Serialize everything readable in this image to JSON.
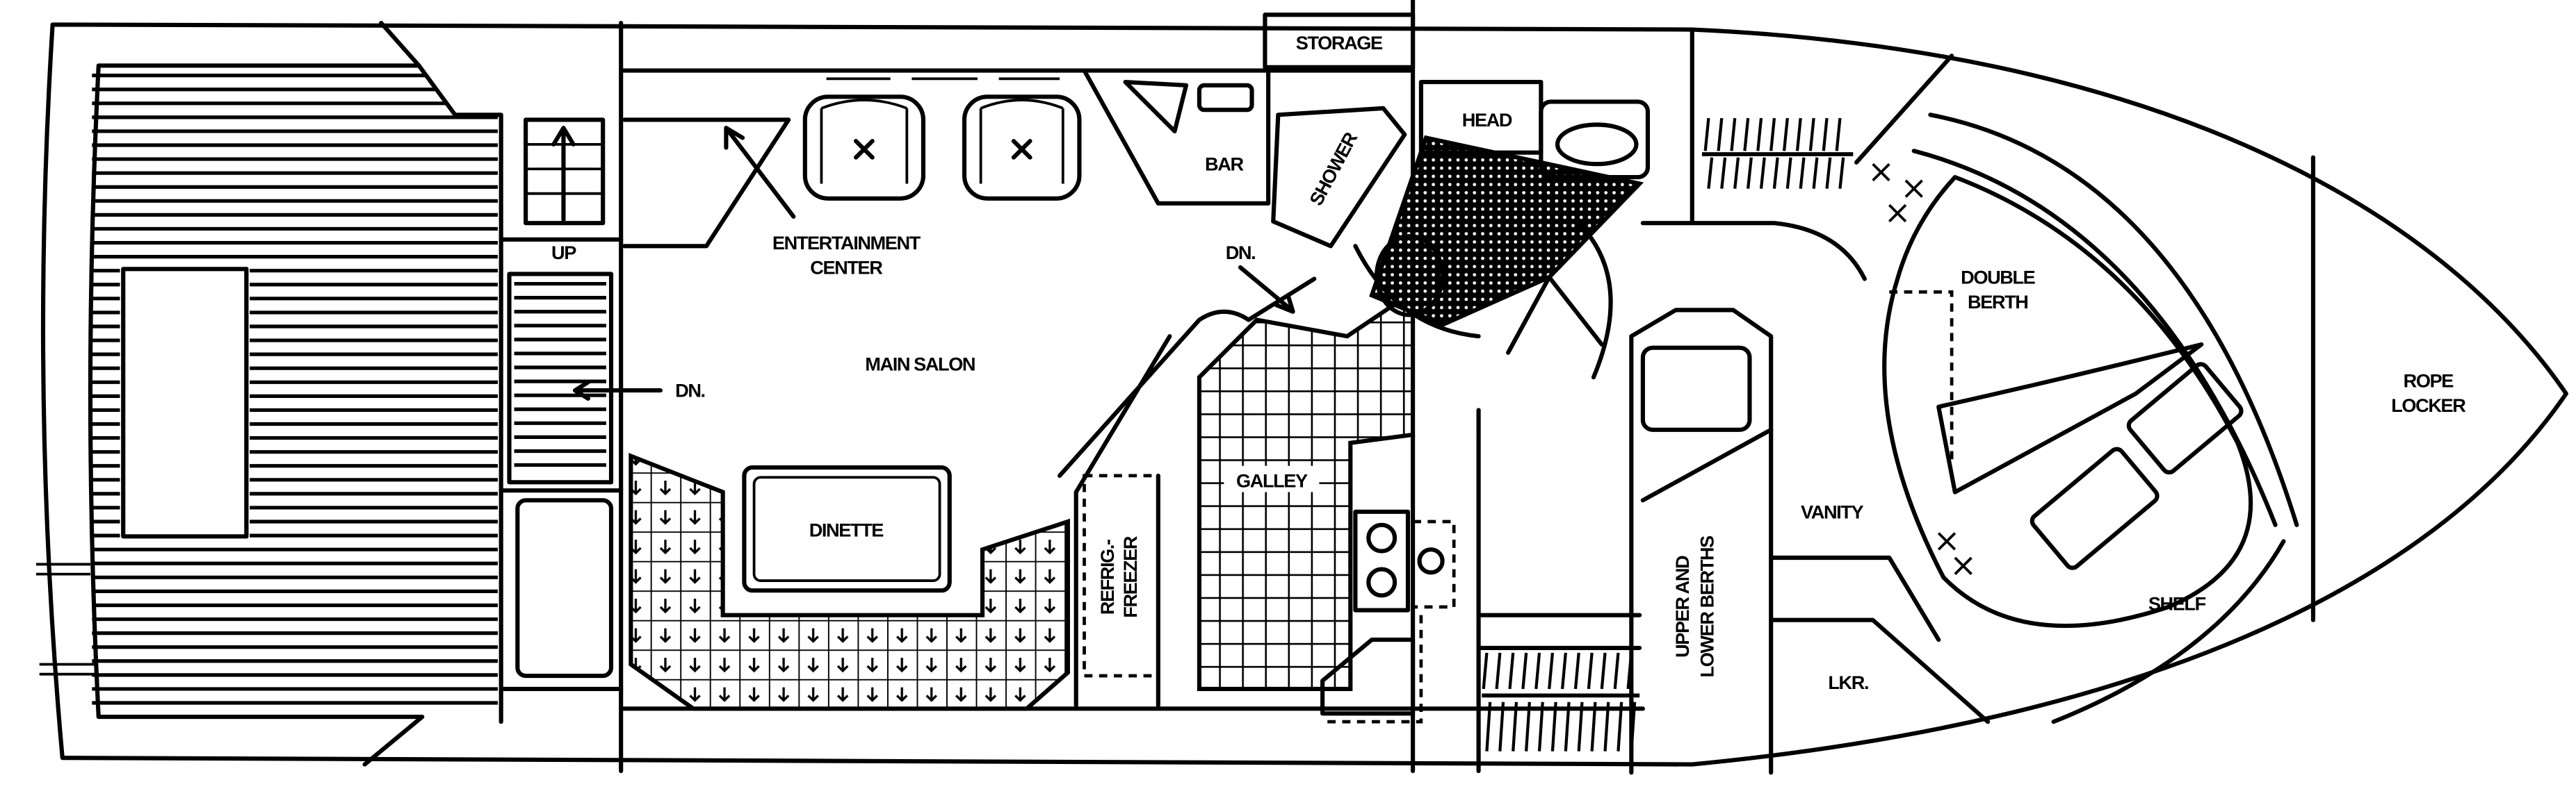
{
  "floor_plan": {
    "labels": {
      "storage": "STORAGE",
      "bar": "BAR",
      "head": "HEAD",
      "shower": "SHOWER",
      "entertainment_line1": "ENTERTAINMENT",
      "entertainment_line2": "CENTER",
      "main_salon": "MAIN SALON",
      "dn_cockpit": "DN.",
      "dn_galley": "DN.",
      "up": "UP",
      "dinette": "DINETTE",
      "galley": "GALLEY",
      "refrig_line1": "REFRIG.-",
      "refrig_line2": "FREEZER",
      "double_berth_line1": "DOUBLE",
      "double_berth_line2": "BERTH",
      "berths_line1": "UPPER AND",
      "berths_line2": "LOWER BERTHS",
      "vanity": "VANITY",
      "lkr": "LKR.",
      "shelf": "SHELF",
      "rope_locker_line1": "ROPE",
      "rope_locker_line2": "LOCKER"
    },
    "colors": {
      "line": "#000000",
      "background": "#ffffff"
    }
  }
}
